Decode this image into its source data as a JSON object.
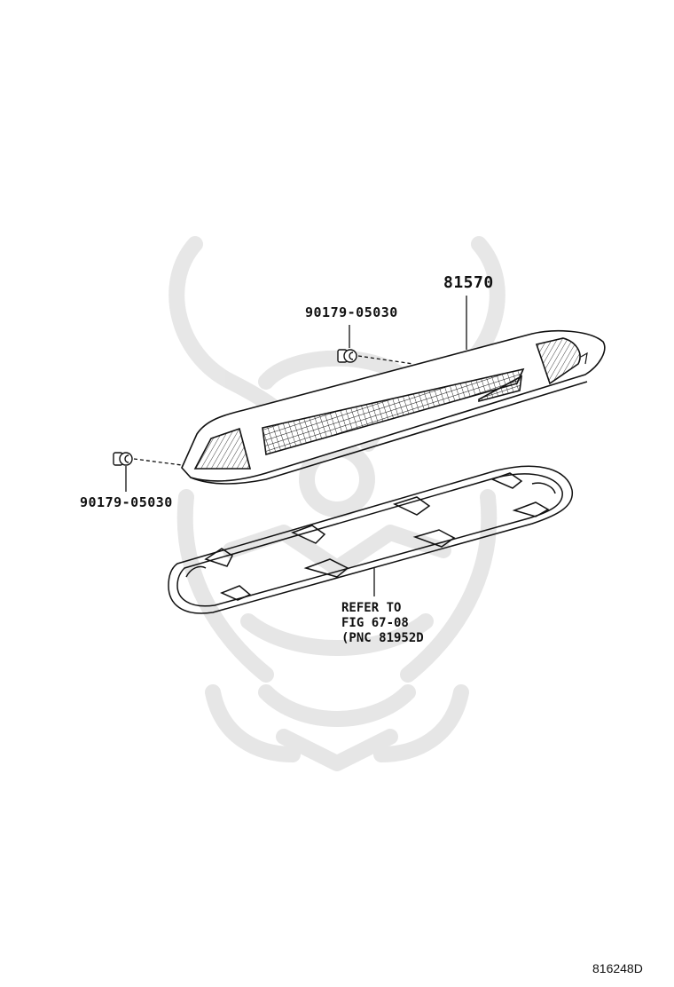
{
  "labels": {
    "main_part": "81570",
    "screw_top": "90179-05030",
    "screw_left": "90179-05030",
    "reference_note": [
      "REFER TO",
      "FIG 67-08",
      "(PNC 81952D"
    ],
    "diagram_id": "816248D"
  },
  "icons": {
    "watermark": "samurai-helmet-logo",
    "fastener": "screw-nut-icon"
  },
  "colors": {
    "line": "#111111",
    "watermark": "#e6e6e6",
    "background": "#ffffff"
  }
}
